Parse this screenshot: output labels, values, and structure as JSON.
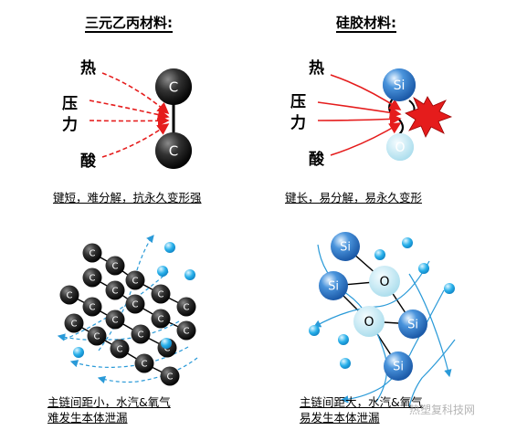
{
  "left_panel": {
    "title": "三元乙丙材料:",
    "forces": {
      "heat": "热",
      "pressure_1": "压",
      "pressure_2": "力",
      "acid": "酸"
    },
    "atom_label": "C",
    "caption_top": "键短，难分解，抗永久变形强",
    "caption_bottom_line1": "主链间距小，水汽&氧气",
    "caption_bottom_line2": "难发生本体泄漏"
  },
  "right_panel": {
    "title": "硅胶材料:",
    "forces": {
      "heat": "热",
      "pressure_1": "压",
      "pressure_2": "力",
      "acid": "酸"
    },
    "si_label": "Si",
    "o_label": "O",
    "caption_top": "键长，易分解，易永久变形",
    "caption_bottom_line1": "主链间距大，水汽&氧气",
    "caption_bottom_line2": "易发生本体泄漏"
  },
  "watermark": "热塑复科技网",
  "colors": {
    "carbon_dark": "#1a1a1a",
    "si_blue": "#2f78c8",
    "o_light": "#c8eaf4",
    "small_dot": "#22aee8",
    "force_arrow": "#e51c1c",
    "burst": "#e51c1c",
    "flow_line": "#2a9ad8"
  }
}
